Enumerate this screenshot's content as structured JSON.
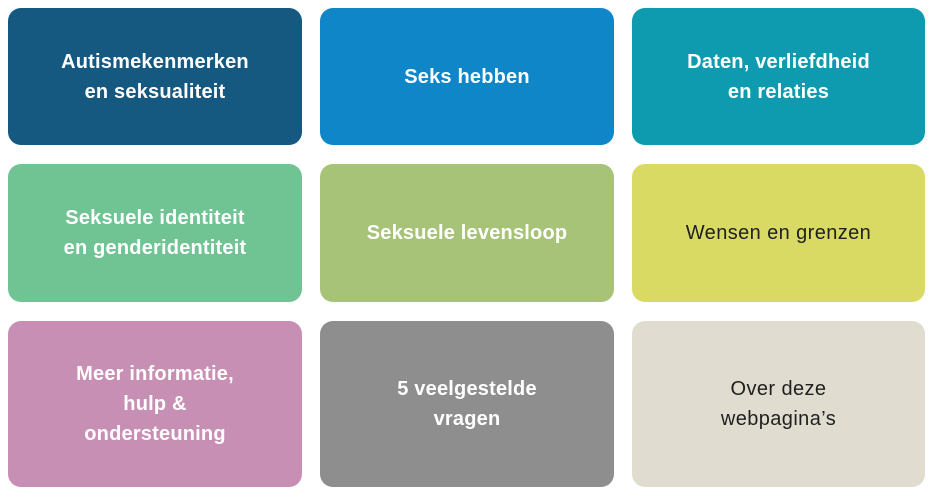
{
  "page": {
    "background_color": "#ffffff"
  },
  "tiles": [
    {
      "id": "autismekenmerken-en-seksualiteit",
      "label": "Autismekenmerken\nen seksualiteit",
      "bg": "#155880",
      "text_color": "#ffffff"
    },
    {
      "id": "seks-hebben",
      "label": "Seks hebben",
      "bg": "#0E86C8",
      "text_color": "#ffffff"
    },
    {
      "id": "daten-verliefdheid-en-relaties",
      "label": "Daten, verliefdheid\nen relaties",
      "bg": "#0F9BAF",
      "text_color": "#ffffff"
    },
    {
      "id": "seksuele-identiteit-en-genderidentiteit",
      "label": "Seksuele identiteit\nen genderidentiteit",
      "bg": "#70C494",
      "text_color": "#ffffff"
    },
    {
      "id": "seksuele-levensloop",
      "label": "Seksuele levensloop",
      "bg": "#A7C377",
      "text_color": "#ffffff"
    },
    {
      "id": "wensen-en-grenzen",
      "label": "Wensen en grenzen",
      "bg": "#D9DA64",
      "text_color": "#1f1f1f"
    },
    {
      "id": "meer-informatie-hulp-en-ondersteuning",
      "label": "Meer informatie,\nhulp &\nondersteuning",
      "bg": "#C78FB4",
      "text_color": "#ffffff"
    },
    {
      "id": "vijf-veelgestelde-vragen",
      "label": "5 veelgestelde\nvragen",
      "bg": "#8E8E8E",
      "text_color": "#ffffff"
    },
    {
      "id": "over-deze-webpaginas",
      "label": "Over deze\nwebpagina’s",
      "bg": "#E0DDD0",
      "text_color": "#1f1f1f"
    }
  ]
}
